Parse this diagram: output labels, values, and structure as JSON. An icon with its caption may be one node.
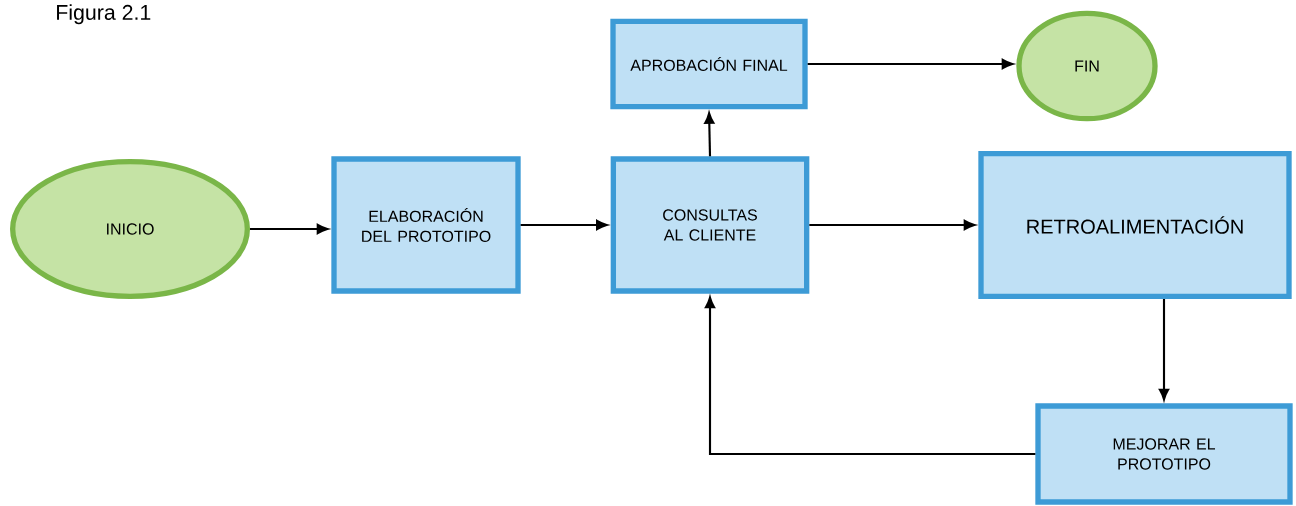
{
  "diagram": {
    "title": "Figura 2.1",
    "nodes": [
      {
        "text": [
          "INICIO"
        ]
      },
      {
        "text": [
          "ELABORACIÓN DEL PROTOTIPO"
        ]
      },
      {
        "text": [
          "CONSULTAS AL CLIENTE"
        ]
      },
      {
        "text": [
          "APROBACIÓN FINAL"
        ]
      },
      {
        "text": [
          "FIN"
        ]
      },
      {
        "text": [
          "RETROALIMENTACIÓN"
        ]
      },
      {
        "text": [
          "MEJORAR EL PROTOTIPO"
        ]
      }
    ],
    "edges": [
      {
        "from": 0,
        "to": 1,
        "arrow": "to"
      },
      {
        "from": 1,
        "to": 2,
        "arrow": "to"
      },
      {
        "from": 2,
        "to": 3,
        "arrow": "to"
      },
      {
        "from": 3,
        "to": 4,
        "arrow": "to"
      },
      {
        "from": 2,
        "to": 5,
        "arrow": "to"
      },
      {
        "from": 5,
        "to": 6,
        "arrow": "to"
      },
      {
        "from": 6,
        "to": 2,
        "arrow": "to"
      }
    ]
  }
}
